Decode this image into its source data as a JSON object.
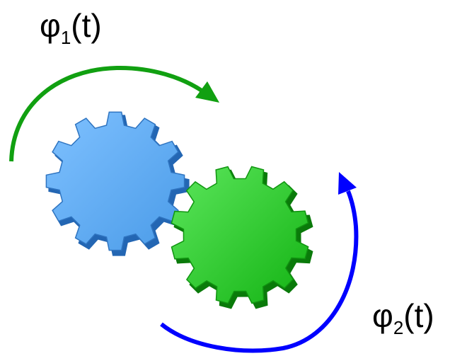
{
  "labels": {
    "gear1": {
      "symbol": "φ",
      "subscript": "1",
      "suffix": "(t)"
    },
    "gear2": {
      "symbol": "φ",
      "subscript": "2",
      "suffix": "(t)"
    }
  },
  "colors": {
    "gear1_fill": "#4a9be8",
    "gear1_light": "#7fc1ff",
    "gear1_dark": "#2366b3",
    "gear2_fill": "#13b313",
    "gear2_light": "#5ce65c",
    "gear2_dark": "#0a7a0a",
    "arrow1": "#11a011",
    "arrow2": "#0000ff"
  },
  "gears": {
    "gear1": {
      "teeth": 12
    },
    "gear2": {
      "teeth": 12
    }
  }
}
